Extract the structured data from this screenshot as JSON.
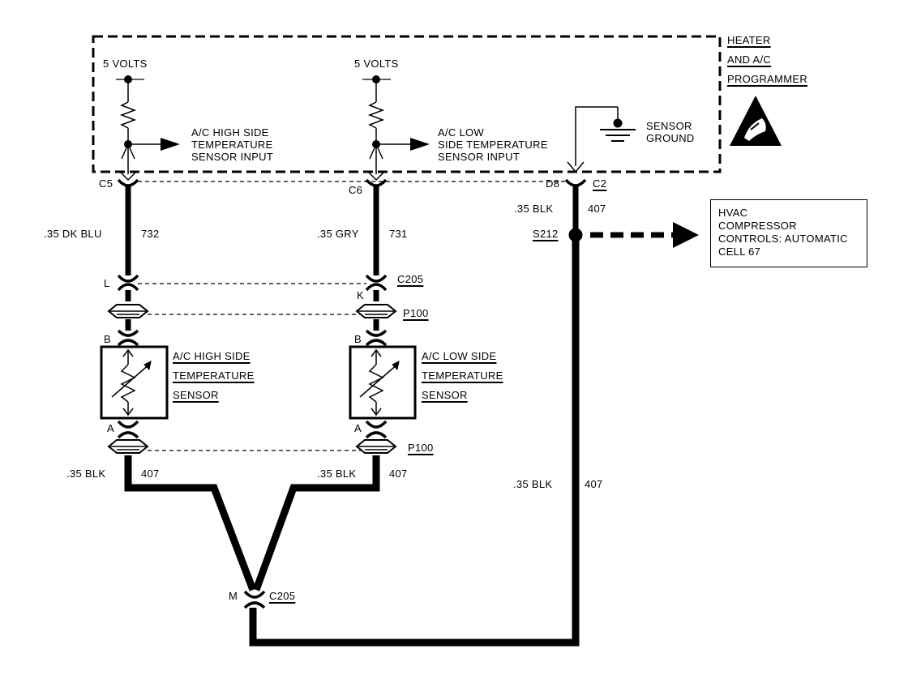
{
  "programmer": {
    "title_lines": [
      "HEATER",
      "AND A/C",
      "PROGRAMMER"
    ],
    "supply_left": "5 VOLTS",
    "supply_right": "5 VOLTS",
    "input_high_lines": [
      "A/C HIGH SIDE",
      "TEMPERATURE",
      "SENSOR INPUT"
    ],
    "input_low_lines": [
      "A/C LOW",
      "SIDE TEMPERATURE",
      "SENSOR INPUT"
    ],
    "ground_lines": [
      "SENSOR",
      "GROUND"
    ]
  },
  "pins": {
    "c5": "C5",
    "c6": "C6",
    "d8": "D8",
    "c2": "C2",
    "l": "L",
    "k": "K",
    "b1": "B",
    "b2": "B",
    "a1": "A",
    "a2": "A",
    "m": "M"
  },
  "connectors": {
    "c205_top": "C205",
    "p100_top": "P100",
    "p100_bottom": "P100",
    "c205_bottom": "C205",
    "splice": "S212"
  },
  "wires": {
    "left_top": {
      "gauge": ".35 DK BLU",
      "circuit": "732"
    },
    "mid_top": {
      "gauge": ".35 GRY",
      "circuit": "731"
    },
    "right_top": {
      "gauge": ".35 BLK",
      "circuit": "407"
    },
    "left_bottom": {
      "gauge": ".35 BLK",
      "circuit": "407"
    },
    "mid_bottom": {
      "gauge": ".35 BLK",
      "circuit": "407"
    },
    "right_bottom": {
      "gauge": ".35 BLK",
      "circuit": "407"
    }
  },
  "sensors": {
    "high_lines": [
      "A/C HIGH SIDE",
      "TEMPERATURE",
      "SENSOR"
    ],
    "low_lines": [
      "A/C LOW SIDE",
      "TEMPERATURE",
      "SENSOR"
    ]
  },
  "reference_box": {
    "lines": [
      "HVAC",
      "COMPRESSOR",
      "CONTROLS: AUTOMATIC",
      "CELL 67"
    ]
  },
  "icons": {
    "esd": "esd-warning-icon",
    "ground": "ground-symbol-icon",
    "arrow": "arrow-right-icon"
  }
}
